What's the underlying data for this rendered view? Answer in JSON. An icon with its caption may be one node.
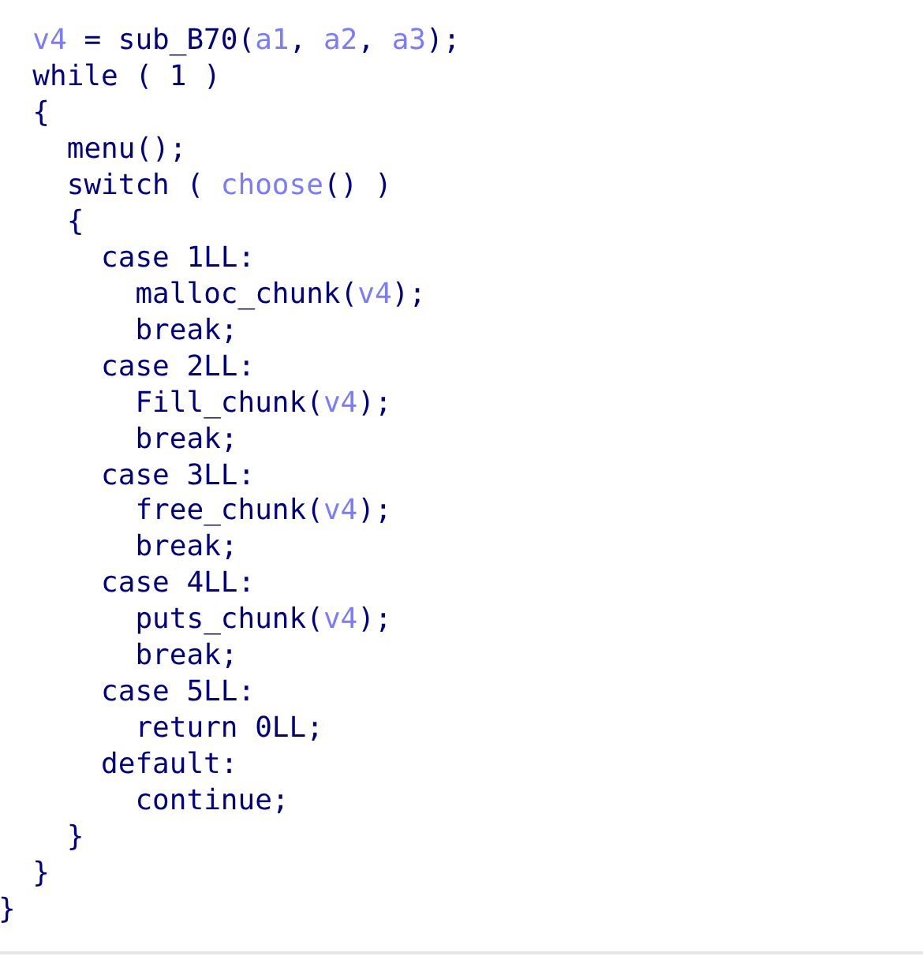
{
  "diagram": {
    "labels": [
      "v4 = sub_B70(a1, a2, a3);",
      "while ( 1 )",
      "{",
      "menu();",
      "switch ( choose() )",
      "{",
      "case 1LL:",
      "malloc_chunk(v4);",
      "break;",
      "case 2LL:",
      "Fill_chunk(v4);",
      "break;",
      "case 3LL:",
      "free_chunk(v4);",
      "break;",
      "case 4LL:",
      "puts_chunk(v4);",
      "break;",
      "case 5LL:",
      "return 0LL;",
      "default:",
      "continue;",
      "}",
      "}",
      "}"
    ]
  }
}
